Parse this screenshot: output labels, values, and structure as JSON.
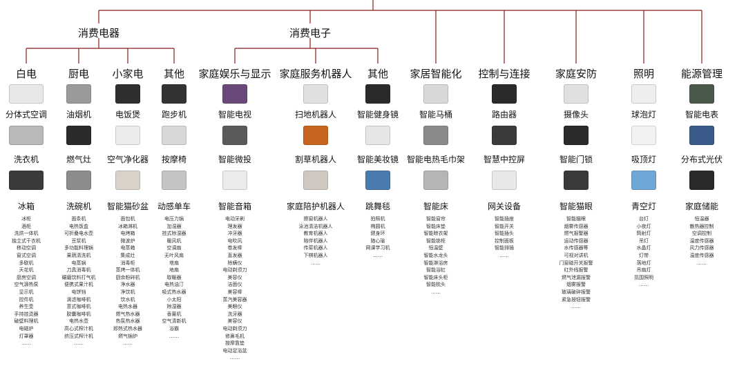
{
  "groups": [
    {
      "label": "消费电器"
    },
    {
      "label": "消费电子"
    }
  ],
  "columns": [
    {
      "label": "白电",
      "products": [
        {
          "label": "分体式空调",
          "icon": "air-conditioner-icon",
          "color": "#e8e8e8"
        },
        {
          "label": "洗衣机",
          "icon": "washing-machine-icon",
          "color": "#b9b9b9"
        },
        {
          "label": "冰箱",
          "icon": "fridge-icon",
          "color": "#3a3a3a"
        }
      ],
      "subitems": [
        "冰柜",
        "酒柜",
        "洗烘一体机",
        "独立式干衣机",
        "移动空调",
        "窗式空调",
        "多联机",
        "天花机",
        "厨房空调",
        "空气源热泵",
        "显示机",
        "控件机",
        "养生壶",
        "手持挂烫器",
        "破壁料理机",
        "电磁炉",
        "灯罩器",
        "……"
      ]
    },
    {
      "label": "厨电",
      "products": [
        {
          "label": "油烟机",
          "icon": "range-hood-icon",
          "color": "#9a9a9a"
        },
        {
          "label": "燃气灶",
          "icon": "gas-stove-icon",
          "color": "#2b2b2b"
        },
        {
          "label": "洗碗机",
          "icon": "dishwasher-icon",
          "color": "#8c8c8c"
        }
      ],
      "subitems": [
        "面条机",
        "电热饭盒",
        "可折叠电水壶",
        "豆浆机",
        "多功能料理锅",
        "果蔬清洗机",
        "电蒸锅",
        "刀具消毒机",
        "碾磨饮料打气机",
        "便携式果汁机",
        "电饼铛",
        "滴滤咖啡机",
        "意式咖啡机",
        "胶囊咖啡机",
        "电热水壶",
        "高心式榨汁机",
        "挤压式榨汁机",
        "……"
      ]
    },
    {
      "label": "小家电",
      "products": [
        {
          "label": "电饭煲",
          "icon": "rice-cooker-icon",
          "color": "#2f2f2f"
        },
        {
          "label": "空气净化器",
          "icon": "air-purifier-icon",
          "color": "#ececec"
        },
        {
          "label": "智能猫砂盆",
          "icon": "litter-box-icon",
          "color": "#d9d2c8"
        }
      ],
      "subitems": [
        "面包机",
        "冰箱淋机",
        "电烤箱",
        "微波炉",
        "电蒸箱",
        "集成灶",
        "消毒柜",
        "蒸烤一体机",
        "厨余粉碎机",
        "净水器",
        "净饮机",
        "饮水机",
        "电热水器",
        "燃气热水器",
        "热泵热水器",
        "即热式热水器",
        "燃气锅炉",
        "……"
      ]
    },
    {
      "label": "其他",
      "products": [
        {
          "label": "跑步机",
          "icon": "treadmill-icon",
          "color": "#333333"
        },
        {
          "label": "按摩椅",
          "icon": "massage-chair-icon",
          "color": "#d8d8d8"
        },
        {
          "label": "动感单车",
          "icon": "spin-bike-icon",
          "color": "#c4c4c4"
        }
      ],
      "subitems": [
        "电压力锅",
        "加湿器",
        "挂式除湿器",
        "暖风机",
        "空调扇",
        "无叶风扇",
        "塔扇",
        "地扇",
        "取暖器",
        "电热油汀",
        "吸式热水器",
        "小太阳",
        "除湿器",
        "香薰机",
        "空气清新机",
        "浴霸",
        "……"
      ]
    },
    {
      "label": "家庭娱乐与显示",
      "products": [
        {
          "label": "智能电视",
          "icon": "smart-tv-icon",
          "color": "#6a4a7a"
        },
        {
          "label": "智能微投",
          "icon": "projector-icon",
          "color": "#5a5a5a"
        },
        {
          "label": "智能音箱",
          "icon": "smart-speaker-icon",
          "color": "#ebebeb"
        }
      ],
      "subitems": [
        "电动牙刷",
        "理发器",
        "冲牙器",
        "电吹风",
        "卷发棒",
        "直发器",
        "除螨仪",
        "电动剃须刀",
        "美容仪",
        "洁面仪",
        "美容棒",
        "蒸汽美容器",
        "美眼仪",
        "洗牙器",
        "美容仪",
        "电动剃须刀",
        "修鼻毛机",
        "按摩靠垫",
        "电动足浴盆",
        "……"
      ]
    },
    {
      "label": "家庭服务机器人",
      "products": [
        {
          "label": "扫地机器人",
          "icon": "robot-vacuum-icon",
          "color": "#e0e0e0"
        },
        {
          "label": "割草机器人",
          "icon": "lawn-mower-robot-icon",
          "color": "#c8641e"
        },
        {
          "label": "家庭陪护机器人",
          "icon": "companion-robot-icon",
          "color": "#cfc8c0"
        }
      ],
      "subitems": [
        "擦窗机器人",
        "泳池清洁机器人",
        "教育机器人",
        "陪伴机器人",
        "传菜机器人",
        "下棋机器人",
        "……"
      ]
    },
    {
      "label": "其他",
      "products": [
        {
          "label": "智能健身镜",
          "icon": "fitness-mirror-icon",
          "color": "#2a2a2a"
        },
        {
          "label": "智能美妆镜",
          "icon": "makeup-mirror-icon",
          "color": "#e6e6e6"
        },
        {
          "label": "跳舞毯",
          "icon": "dance-mat-icon",
          "color": "#4a7ab0"
        }
      ],
      "subitems": [
        "拍照机",
        "椭圆机",
        "健身环",
        "随心瑜",
        "网课学习机",
        "……"
      ]
    },
    {
      "label": "家居智能化",
      "products": [
        {
          "label": "智能马桶",
          "icon": "smart-toilet-icon",
          "color": "#d8d8d8"
        },
        {
          "label": "智能电热毛巾架",
          "icon": "towel-rack-icon",
          "color": "#8a8a8a"
        },
        {
          "label": "智能床",
          "icon": "smart-bed-icon",
          "color": "#b5b5b5"
        }
      ],
      "subitems": [
        "智能窗帘",
        "智能床垫",
        "智能晾衣架",
        "智能锁柜",
        "恒温壁",
        "智能水龙头",
        "智能淋浴房",
        "智能浴缸",
        "智能床头柜",
        "智能枕头",
        "……"
      ]
    },
    {
      "label": "控制与连接",
      "products": [
        {
          "label": "路由器",
          "icon": "router-icon",
          "color": "#2a2a2a"
        },
        {
          "label": "智慧中控屏",
          "icon": "control-panel-icon",
          "color": "#3a3a3a"
        },
        {
          "label": "网关设备",
          "icon": "gateway-icon",
          "color": "#e8e8e8"
        }
      ],
      "subitems": [
        "智能插座",
        "智能开关",
        "智能插头",
        "控制面板",
        "智能排插",
        "……"
      ]
    },
    {
      "label": "家庭安防",
      "products": [
        {
          "label": "摄像头",
          "icon": "camera-icon",
          "color": "#e0e0e0"
        },
        {
          "label": "智能门锁",
          "icon": "smart-lock-icon",
          "color": "#2a2a2a"
        },
        {
          "label": "智能猫眼",
          "icon": "peephole-icon",
          "color": "#3a3a3a"
        }
      ],
      "subitems": [
        "智能猫眼",
        "烟雾传感器",
        "燃气报警器",
        "运动传感器",
        "水传感器等",
        "可视对讲机",
        "门窗磁开关报警",
        "红外线报警",
        "燃气泄漏报警",
        "烟雾报警",
        "玻璃破碎报警",
        "紧急按钮报警",
        "……"
      ]
    },
    {
      "label": "照明",
      "products": [
        {
          "label": "球泡灯",
          "icon": "bulb-icon",
          "color": "#eeeeee"
        },
        {
          "label": "吸顶灯",
          "icon": "ceiling-light-icon",
          "color": "#f2f2f2"
        },
        {
          "label": "青空灯",
          "icon": "sky-light-icon",
          "color": "#6fa6d6"
        }
      ],
      "subitems": [
        "台灯",
        "小夜灯",
        "筒射灯",
        "吊灯",
        "水晶灯",
        "灯带",
        "落地灯",
        "吊扇灯",
        "氛围照明",
        "……"
      ]
    },
    {
      "label": "能源管理",
      "products": [
        {
          "label": "智能电表",
          "icon": "smart-meter-icon",
          "color": "#4a5a4a"
        },
        {
          "label": "分布式光伏",
          "icon": "solar-panel-icon",
          "color": "#3a5a8a"
        },
        {
          "label": "家庭储能",
          "icon": "home-battery-icon",
          "color": "#2a2a2a"
        }
      ],
      "subitems": [
        "恒温器",
        "散热器控制",
        "空调控制",
        "温度传感器",
        "风力传感器",
        "温度传感器",
        "……"
      ]
    }
  ],
  "colors": {
    "line": "#8b1a1a",
    "text": "#111111"
  }
}
